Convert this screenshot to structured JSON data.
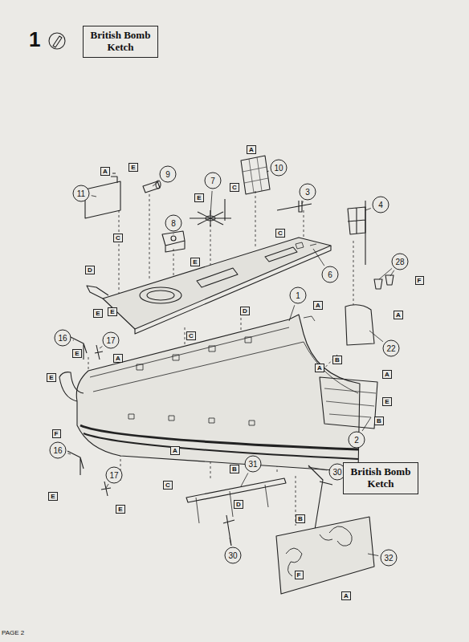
{
  "diagram": {
    "nodes": [
      {
        "text": [
          "British Bomb Ketch"
        ]
      },
      {
        "text": [
          "9"
        ]
      },
      {
        "text": [
          "7"
        ]
      },
      {
        "text": [
          "10"
        ]
      },
      {
        "text": [
          "3"
        ]
      },
      {
        "text": [
          "4"
        ]
      },
      {
        "text": [
          "11"
        ]
      },
      {
        "text": [
          "8"
        ]
      },
      {
        "text": [
          "6"
        ]
      },
      {
        "text": [
          "1"
        ]
      },
      {
        "text": [
          "28"
        ]
      },
      {
        "text": [
          "16"
        ]
      },
      {
        "text": [
          "17"
        ]
      },
      {
        "text": [
          "22"
        ]
      },
      {
        "text": [
          "2"
        ]
      },
      {
        "text": [
          "16"
        ]
      },
      {
        "text": [
          "17"
        ]
      },
      {
        "text": [
          "31"
        ]
      },
      {
        "text": [
          "30"
        ]
      },
      {
        "text": [
          "30"
        ]
      },
      {
        "text": [
          "32"
        ]
      },
      {
        "text": [
          "British Bomb Ketch"
        ]
      },
      {
        "text": [
          "A"
        ]
      },
      {
        "text": [
          "E"
        ]
      },
      {
        "text": [
          "C"
        ]
      },
      {
        "text": [
          "A"
        ]
      },
      {
        "text": [
          "E"
        ]
      },
      {
        "text": [
          "C"
        ]
      },
      {
        "text": [
          "C"
        ]
      },
      {
        "text": [
          "F"
        ]
      },
      {
        "text": [
          "D"
        ]
      },
      {
        "text": [
          "E"
        ]
      },
      {
        "text": [
          "E"
        ]
      },
      {
        "text": [
          "E"
        ]
      },
      {
        "text": [
          "D"
        ]
      },
      {
        "text": [
          "C"
        ]
      },
      {
        "text": [
          "A"
        ]
      },
      {
        "text": [
          "A"
        ]
      },
      {
        "text": [
          "E"
        ]
      },
      {
        "text": [
          "E"
        ]
      },
      {
        "text": [
          "A"
        ]
      },
      {
        "text": [
          "B"
        ]
      },
      {
        "text": [
          "A"
        ]
      },
      {
        "text": [
          "A"
        ]
      },
      {
        "text": [
          "E"
        ]
      },
      {
        "text": [
          "B"
        ]
      },
      {
        "text": [
          "F"
        ]
      },
      {
        "text": [
          "A"
        ]
      },
      {
        "text": [
          "B"
        ]
      },
      {
        "text": [
          "C"
        ]
      },
      {
        "text": [
          "E"
        ]
      },
      {
        "text": [
          "E"
        ]
      },
      {
        "text": [
          "D"
        ]
      },
      {
        "text": [
          "B"
        ]
      },
      {
        "text": [
          "F"
        ]
      },
      {
        "text": [
          "A"
        ]
      }
    ],
    "labels": [
      "1",
      "PAGE 2"
    ]
  }
}
